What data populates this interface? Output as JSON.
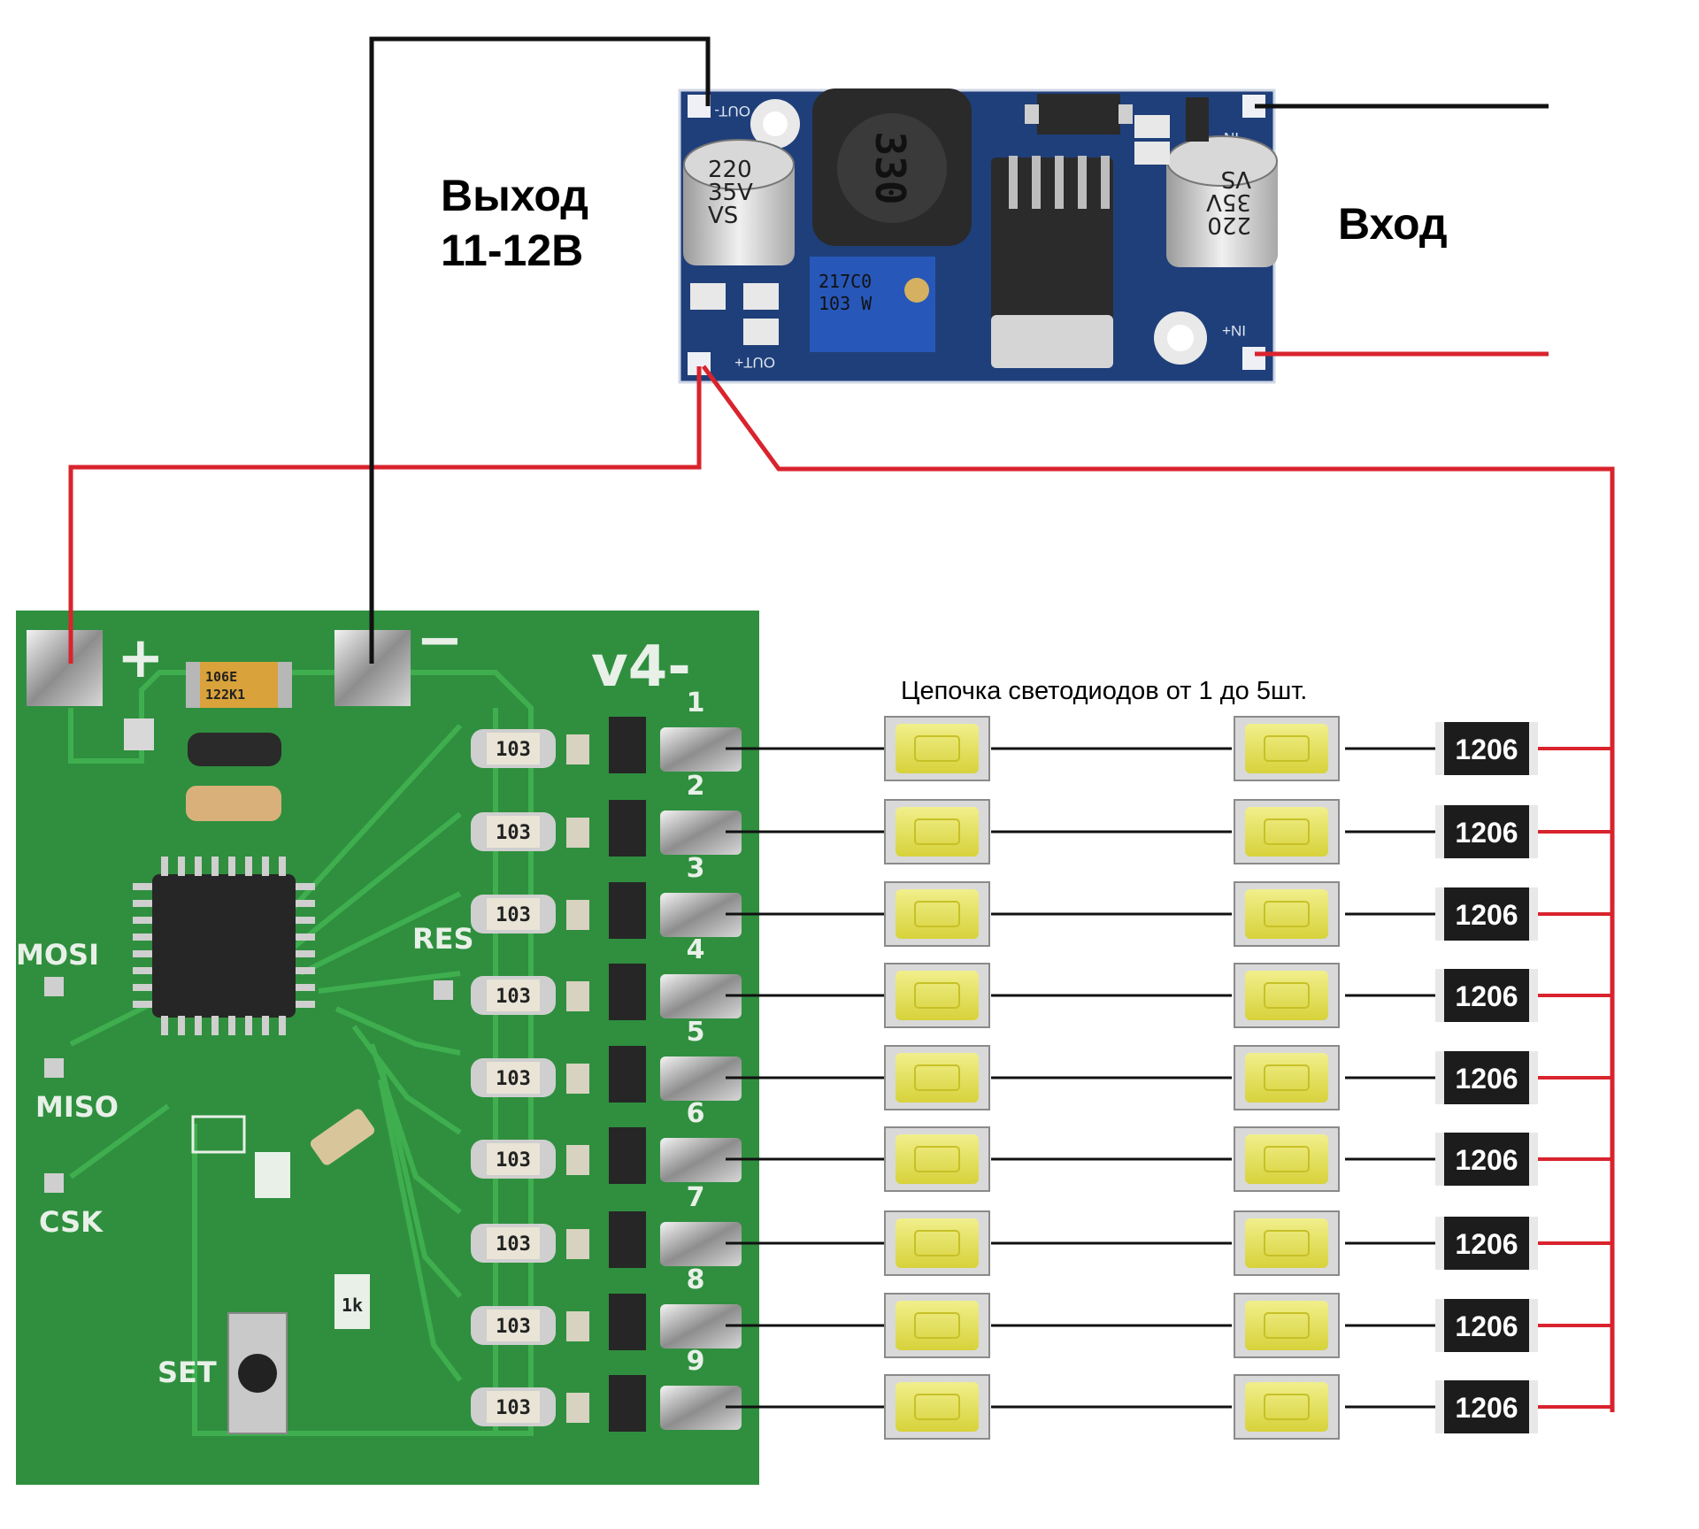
{
  "labels": {
    "output": [
      "Выход",
      "11-12В"
    ],
    "input": "Вход",
    "led_chain": "Цепочка светодиодов от 1 до 5шт."
  },
  "controller_board": {
    "version": "v4-",
    "plus": "+",
    "minus": "−",
    "pins": [
      "MOSI",
      "MISO",
      "CSK",
      "RES",
      "SET"
    ],
    "channels": [
      "1",
      "2",
      "3",
      "4",
      "5",
      "6",
      "7",
      "8",
      "9"
    ],
    "resistor_code": "103",
    "small_resistor": "1k",
    "tantalum_cap": [
      "106E",
      "122K1"
    ]
  },
  "converter_board": {
    "inductor": "330",
    "cap_left": [
      "220",
      "35V",
      "VS"
    ],
    "cap_right": [
      "220",
      "35V",
      "VS"
    ],
    "trimmer": [
      "217C0",
      "103 W"
    ],
    "pads": [
      "OUT-",
      "OUT+",
      "IN-",
      "IN+"
    ]
  },
  "chain_resistor_label": "1206",
  "colors": {
    "pcb_green": "#2f8f3e",
    "converter_blue": "#1f3f7a",
    "wire_red": "#d9232d",
    "wire_black": "#111111",
    "led_yellow": "#e6e24a"
  }
}
